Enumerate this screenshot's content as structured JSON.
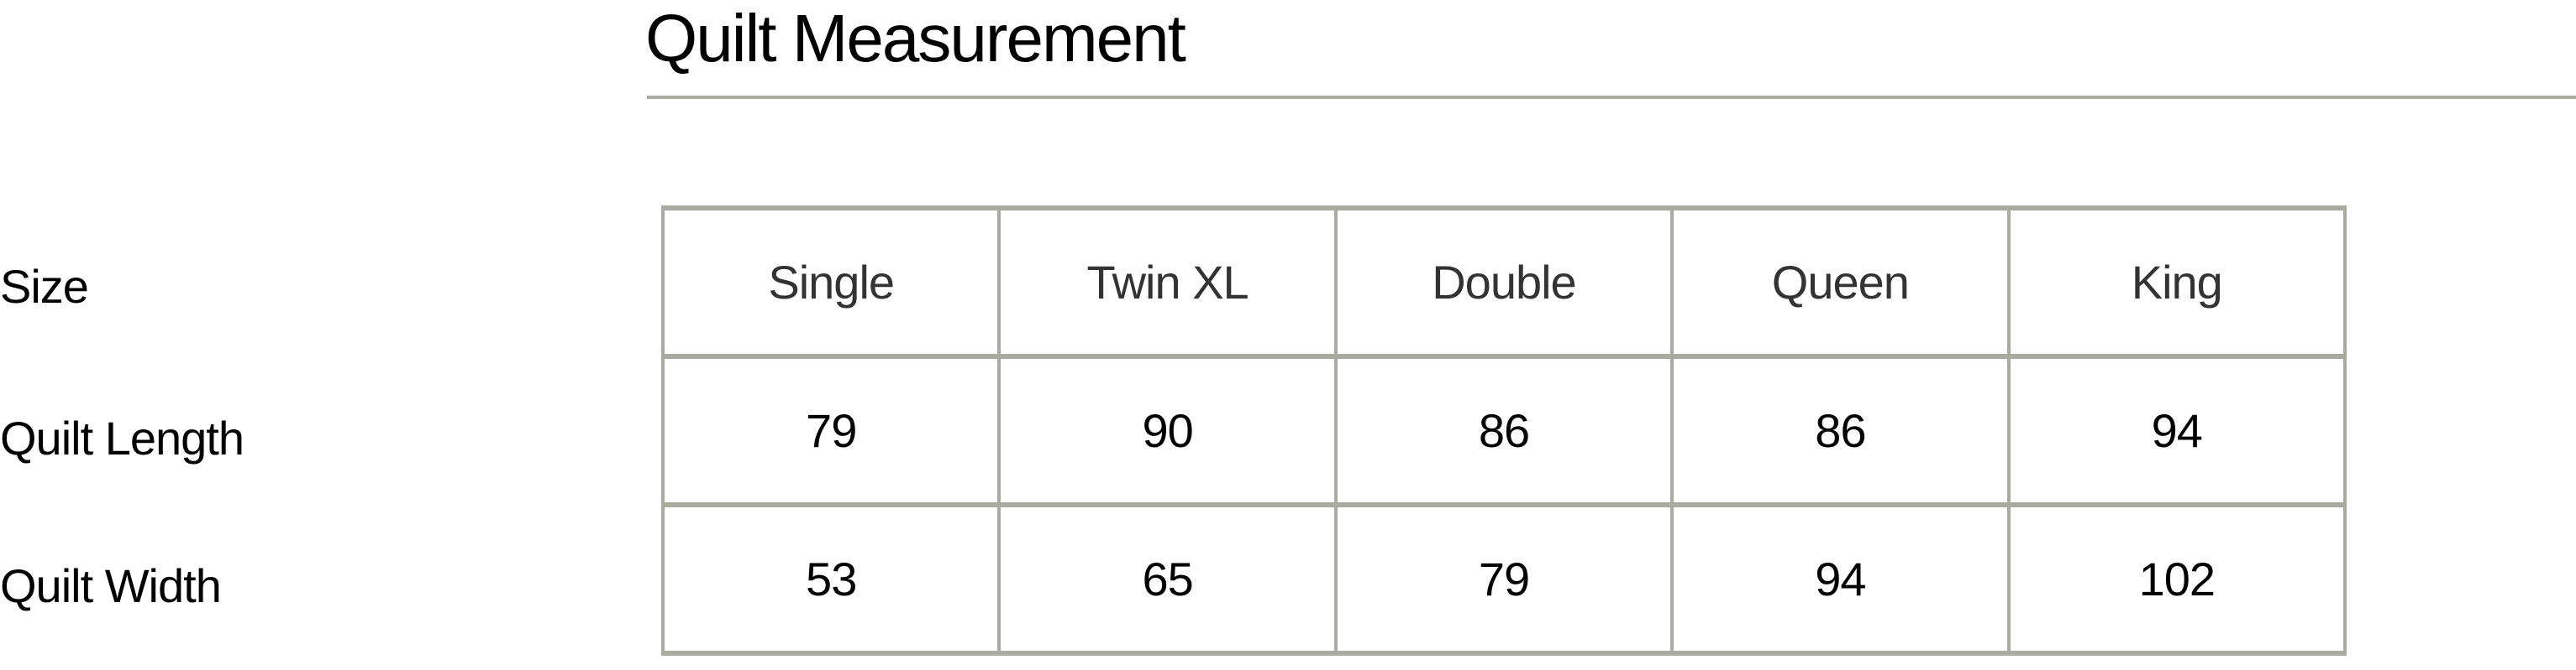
{
  "title": "Quilt Measurement",
  "row_labels": {
    "size": "Size",
    "length": "Quilt Length",
    "width": "Quilt Width"
  },
  "columns": [
    "Single",
    "Twin XL",
    "Double",
    "Queen",
    "King"
  ],
  "rows": {
    "length": [
      "79",
      "90",
      "86",
      "86",
      "94"
    ],
    "width": [
      "53",
      "65",
      "79",
      "94",
      "102"
    ]
  },
  "colors": {
    "border": "#aaaaa0",
    "header_text": "#333333",
    "body_text": "#000000"
  }
}
